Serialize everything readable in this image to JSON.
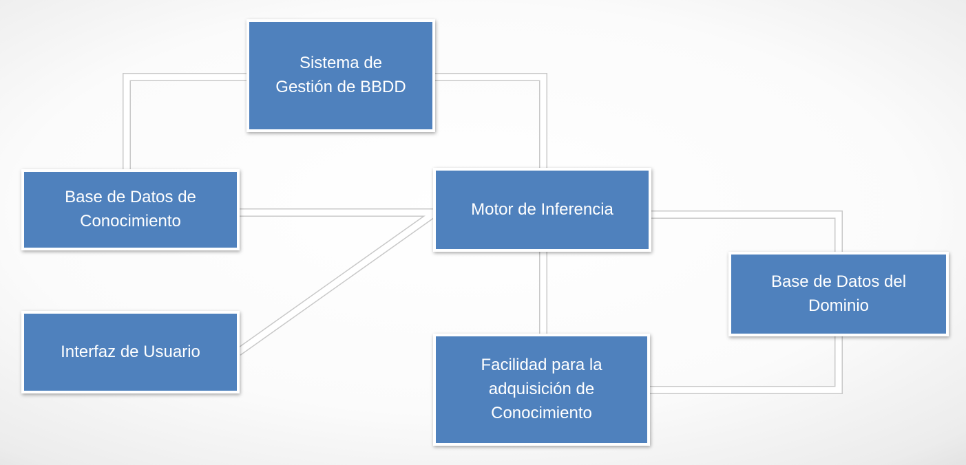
{
  "colors": {
    "node_fill": "#4f81bd",
    "node_border": "#ffffff",
    "node_text": "#ffffff",
    "connector": "#ffffff"
  },
  "nodes": {
    "sgbd": "Sistema de\nGestión de BBDD",
    "base_conocimiento": "Base de Datos de\nConocimiento",
    "motor": "Motor de  Inferencia",
    "interfaz": "Interfaz de Usuario",
    "dominio": "Base de Datos del\nDominio",
    "facilidad": "Facilidad para la\nadquisición de\nConocimiento"
  }
}
